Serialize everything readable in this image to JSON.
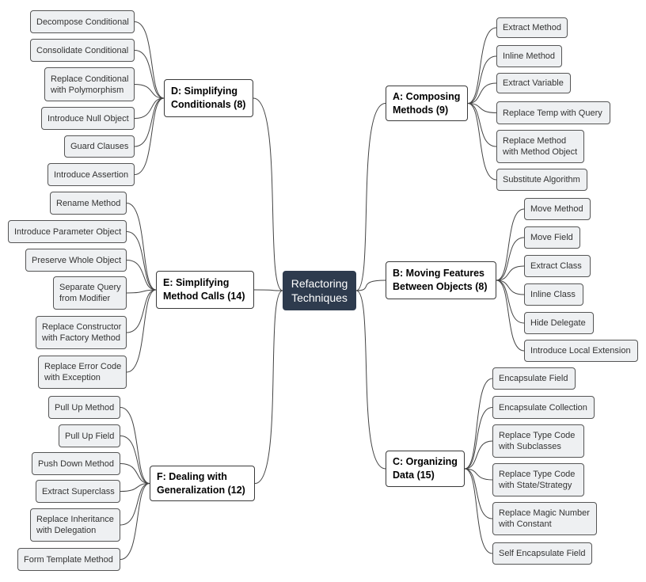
{
  "root": "Refactoring\nTechniques",
  "branches": {
    "a": {
      "title": "A: Composing\nMethods (9)",
      "items": [
        "Extract Method",
        "Inline Method",
        "Extract Variable",
        "Replace Temp with Query",
        "Replace Method\nwith Method Object",
        "Substitute Algorithm"
      ]
    },
    "b": {
      "title": "B: Moving Features\nBetween Objects (8)",
      "items": [
        "Move Method",
        "Move Field",
        "Extract Class",
        "Inline Class",
        "Hide Delegate",
        "Introduce Local Extension"
      ]
    },
    "c": {
      "title": "C: Organizing\nData (15)",
      "items": [
        "Encapsulate Field",
        "Encapsulate Collection",
        "Replace Type Code\nwith Subclasses",
        "Replace Type Code\nwith State/Strategy",
        "Replace Magic Number\nwith Constant",
        "Self Encapsulate Field"
      ]
    },
    "d": {
      "title": "D: Simplifying\nConditionals (8)",
      "items": [
        "Decompose Conditional",
        "Consolidate Conditional",
        "Replace Conditional\nwith Polymorphism",
        "Introduce Null Object",
        "Guard Clauses",
        "Introduce Assertion"
      ]
    },
    "e": {
      "title": "E: Simplifying\nMethod Calls (14)",
      "items": [
        "Rename Method",
        "Introduce Parameter Object",
        "Preserve Whole Object",
        "Separate Query\nfrom Modifier",
        "Replace Constructor\nwith Factory Method",
        "Replace Error Code\nwith Exception"
      ]
    },
    "f": {
      "title": "F: Dealing with\nGeneralization (12)",
      "items": [
        "Pull Up Method",
        "Pull Up Field",
        "Push Down Method",
        "Extract Superclass",
        "Replace Inheritance\nwith Delegation",
        "Form Template Method"
      ]
    }
  }
}
